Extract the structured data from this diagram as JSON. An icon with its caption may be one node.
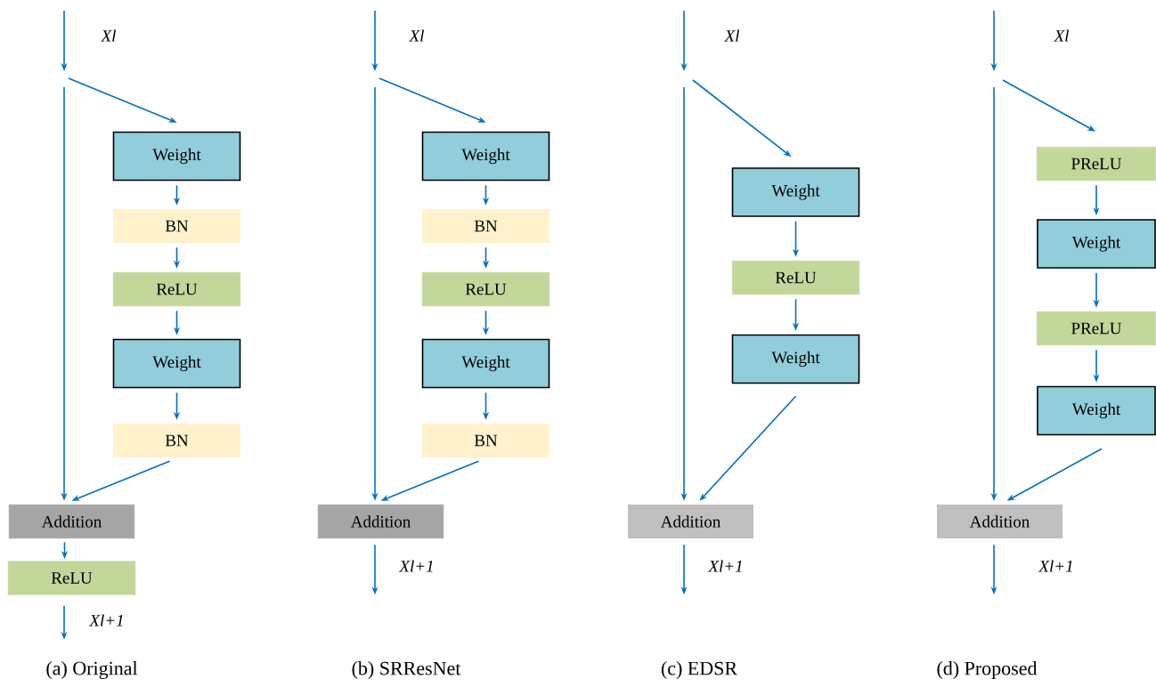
{
  "diagram": {
    "nodes": [
      {
        "text": [
          "Weight"
        ]
      },
      {
        "text": [
          "BN"
        ]
      },
      {
        "text": [
          "ReLU"
        ]
      },
      {
        "text": [
          "Weight"
        ]
      },
      {
        "text": [
          "BN"
        ]
      },
      {
        "text": [
          "Addition"
        ]
      },
      {
        "text": [
          "ReLU"
        ]
      },
      {
        "text": [
          "Weight"
        ]
      },
      {
        "text": [
          "BN"
        ]
      },
      {
        "text": [
          "ReLU"
        ]
      },
      {
        "text": [
          "Weight"
        ]
      },
      {
        "text": [
          "BN"
        ]
      },
      {
        "text": [
          "Addition"
        ]
      },
      {
        "text": [
          "Weight"
        ]
      },
      {
        "text": [
          "ReLU"
        ]
      },
      {
        "text": [
          "Weight"
        ]
      },
      {
        "text": [
          "Addition"
        ]
      },
      {
        "text": [
          "PReLU"
        ]
      },
      {
        "text": [
          "Weight"
        ]
      },
      {
        "text": [
          "PReLU"
        ]
      },
      {
        "text": [
          "Weight"
        ]
      },
      {
        "text": [
          "Addition"
        ]
      }
    ],
    "edges": [
      {
        "from": null,
        "to": 0,
        "arrow": "to",
        "label": "Xl"
      },
      {
        "from": null,
        "to": 5,
        "arrow": "to"
      },
      {
        "from": 0,
        "to": 1,
        "arrow": "to"
      },
      {
        "from": 1,
        "to": 2,
        "arrow": "to"
      },
      {
        "from": 2,
        "to": 3,
        "arrow": "to"
      },
      {
        "from": 3,
        "to": 4,
        "arrow": "to"
      },
      {
        "from": 4,
        "to": 5,
        "arrow": "to"
      },
      {
        "from": 5,
        "to": 6,
        "arrow": "to"
      },
      {
        "from": 6,
        "to": null,
        "arrow": "to",
        "label": "Xl+1"
      },
      {
        "from": null,
        "to": 7,
        "arrow": "to",
        "label": "Xl"
      },
      {
        "from": null,
        "to": 12,
        "arrow": "to"
      },
      {
        "from": 7,
        "to": 8,
        "arrow": "to"
      },
      {
        "from": 8,
        "to": 9,
        "arrow": "to"
      },
      {
        "from": 9,
        "to": 10,
        "arrow": "to"
      },
      {
        "from": 10,
        "to": 11,
        "arrow": "to"
      },
      {
        "from": 11,
        "to": 12,
        "arrow": "to"
      },
      {
        "from": 12,
        "to": null,
        "arrow": "to",
        "label": "Xl+1"
      },
      {
        "from": null,
        "to": 13,
        "arrow": "to",
        "label": "Xl"
      },
      {
        "from": null,
        "to": 16,
        "arrow": "to"
      },
      {
        "from": 13,
        "to": 14,
        "arrow": "to"
      },
      {
        "from": 14,
        "to": 15,
        "arrow": "to"
      },
      {
        "from": 15,
        "to": 16,
        "arrow": "to"
      },
      {
        "from": 16,
        "to": null,
        "arrow": "to",
        "label": "Xl+1"
      },
      {
        "from": null,
        "to": 17,
        "arrow": "to",
        "label": "Xl"
      },
      {
        "from": null,
        "to": 21,
        "arrow": "to"
      },
      {
        "from": 17,
        "to": 18,
        "arrow": "to"
      },
      {
        "from": 18,
        "to": 19,
        "arrow": "to"
      },
      {
        "from": 19,
        "to": 20,
        "arrow": "to"
      },
      {
        "from": 20,
        "to": 21,
        "arrow": "to"
      },
      {
        "from": 21,
        "to": null,
        "arrow": "to",
        "label": "Xl+1"
      }
    ],
    "labels": [
      "(a) Original",
      "(b) SRResNet",
      "(c) EDSR",
      "(d) Proposed"
    ]
  }
}
